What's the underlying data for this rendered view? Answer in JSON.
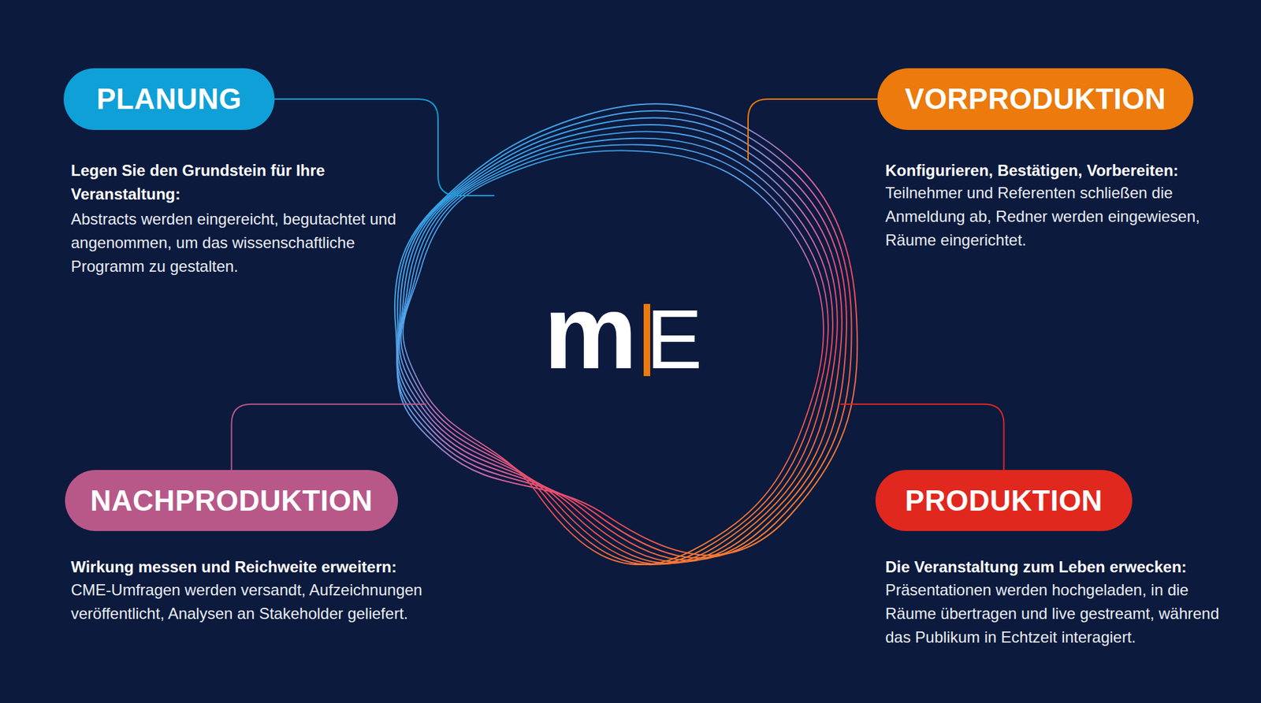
{
  "diagram": {
    "nodes": [
      {
        "text": [
          "PLANUNG",
          "Legen Sie den Grundstein für Ihre Veranstaltung:",
          "Abstracts werden eingereicht, begutachtet und angenommen, um das wissenschaftliche Programm zu gestalten."
        ]
      },
      {
        "text": [
          "VORPRODUKTION",
          "Konfigurieren, Bestätigen, Vorbereiten:",
          "Teilnehmer und Referenten schließen die Anmeldung ab, Redner werden eingewiesen, Räume eingerichtet."
        ]
      },
      {
        "text": [
          "m",
          "E"
        ]
      },
      {
        "text": [
          "NACHPRODUKTION",
          "Wirkung messen und Reichweite erweitern:",
          "CME-Umfragen werden versandt, Aufzeichnungen veröffentlicht, Analysen an Stakeholder geliefert."
        ]
      },
      {
        "text": [
          "PRODUKTION",
          "Die Veranstaltung zum Leben erwecken:",
          "Präsentationen werden hochgeladen, in die Räume übertragen und live gestreamt, während das Publikum in Echtzeit interagiert."
        ]
      }
    ],
    "edges": [
      {
        "from": 0,
        "to": 2,
        "arrow": "none"
      },
      {
        "from": 1,
        "to": 2,
        "arrow": "none"
      },
      {
        "from": 3,
        "to": 2,
        "arrow": "none"
      },
      {
        "from": 4,
        "to": 2,
        "arrow": "none"
      }
    ]
  }
}
